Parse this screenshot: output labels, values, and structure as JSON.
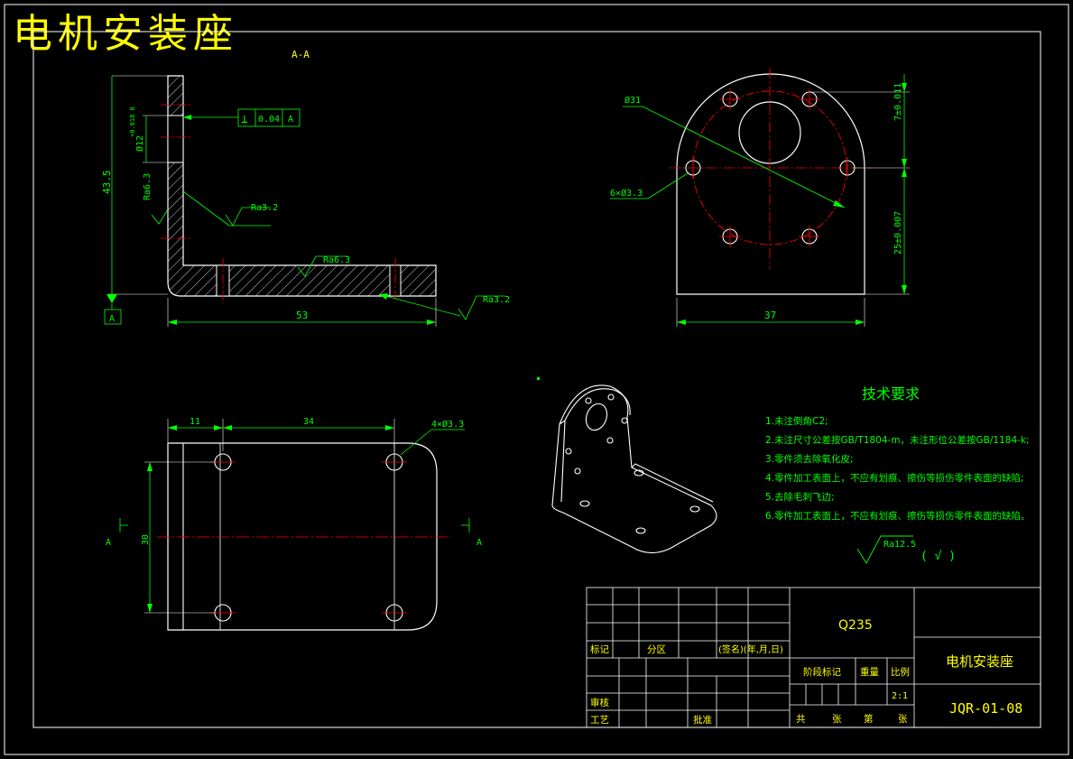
{
  "title": "电机安装座",
  "section_label": "A-A",
  "side_view": {
    "dim_height": "43.5",
    "dim_hole": "Ø12",
    "dim_hole_tol": "+0.018 0",
    "dim_width": "53",
    "datum": "A",
    "perp_symbol": "⊥",
    "perp_value": "0.04",
    "perp_datum": "A",
    "rough_1": "Ra6.3",
    "rough_2": "Ra3.2",
    "rough_3": "Ra6.3",
    "rough_4": "Ra3.2"
  },
  "front_view": {
    "dia_label": "Ø31",
    "holes_label": "6×Ø3.3",
    "dim_top": "7±0.011",
    "dim_mid": "25±0.007",
    "dim_width": "37"
  },
  "top_view": {
    "dim_11": "11",
    "dim_34": "34",
    "holes_label": "4×Ø3.3",
    "dim_30": "30",
    "section_left": "A",
    "section_right": "A"
  },
  "requirements": {
    "heading": "技术要求",
    "items": [
      "1.未注倒角C2;",
      "2.未注尺寸公差按GB/T1804-m，未注形位公差按GB/1184-k;",
      "3.零件须去除氧化皮;",
      "4.零件加工表面上，不应有划痕、擦伤等损伤零件表面的缺陷;",
      "5.去除毛刺飞边;",
      "6.零件加工表面上，不应有划痕、擦伤等损伤零件表面的缺陷。"
    ],
    "rough_general": "Ra12.5",
    "rough_paren": "( √ )"
  },
  "title_block": {
    "material": "Q235",
    "part_name": "电机安装座",
    "drawing_no": "JQR-01-08",
    "mark": "标记",
    "zone": "分区",
    "sign_date": "(签名)(年,月,日)",
    "review": "审核",
    "process": "工艺",
    "approve": "批准",
    "stage_mark": "阶段标记",
    "weight": "重量",
    "scale": "比例",
    "scale_value": "2:1",
    "total": "共",
    "sheets": "张",
    "page_no": "第",
    "sheet": "张"
  }
}
